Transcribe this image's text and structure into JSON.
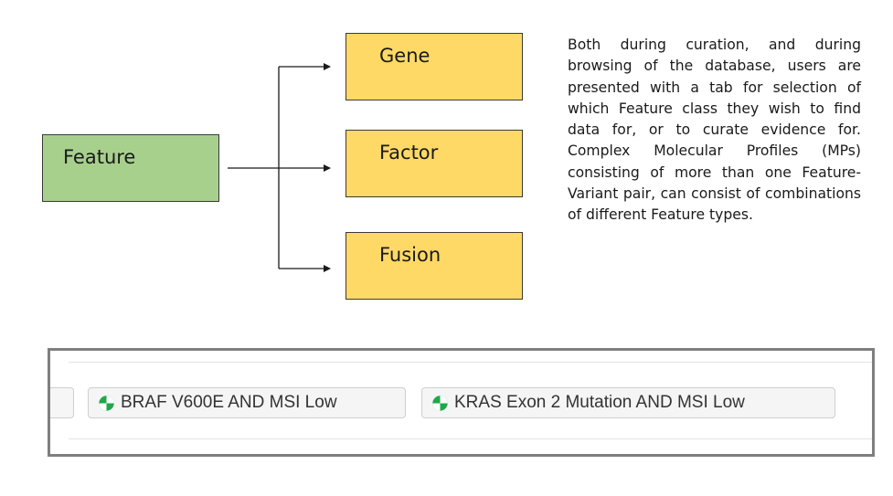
{
  "diagram": {
    "root": {
      "label": "Feature",
      "color": "#a8d08d"
    },
    "children": [
      {
        "label": "Gene",
        "color": "#ffd966"
      },
      {
        "label": "Factor",
        "color": "#ffd966"
      },
      {
        "label": "Fusion",
        "color": "#ffd966"
      }
    ]
  },
  "description": "Both during curation, and during browsing of the database, users are presented with a tab for selection of which Feature class they wish to find data for, or to curate evidence for. Complex Molecular Profiles (MPs) consisting of more than one Feature-Variant pair, can consist of combinations of different Feature types.",
  "tags": [
    {
      "label": "BRAF V600E AND MSI Low",
      "icon": "green-circle-quadrant-icon"
    },
    {
      "label": "KRAS Exon 2 Mutation AND MSI Low",
      "icon": "green-circle-quadrant-icon"
    }
  ],
  "colors": {
    "tag_icon": "#1fa84a",
    "panel_border": "#7f7f7f"
  }
}
